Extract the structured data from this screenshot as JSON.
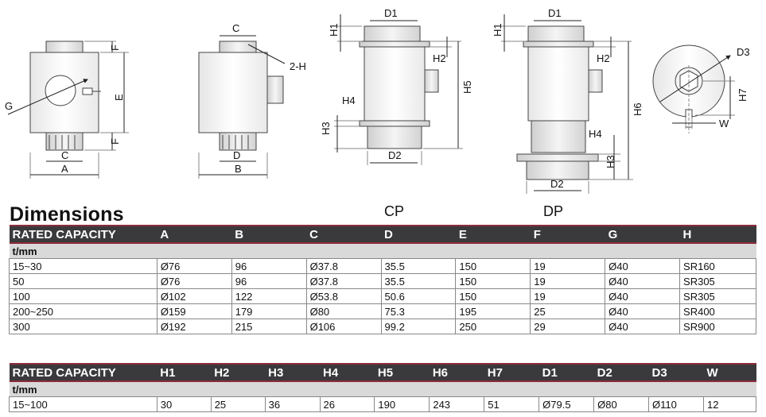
{
  "drawings": {
    "labels_view1": [
      "F",
      "E",
      "F",
      "G",
      "C",
      "A"
    ],
    "labels_view2": [
      "C",
      "2-H",
      "D",
      "B"
    ],
    "labels_cp": [
      "D1",
      "H1",
      "H2",
      "H5",
      "H4",
      "H3",
      "D2"
    ],
    "labels_dp": [
      "D1",
      "H1",
      "H2",
      "H6",
      "H4",
      "H3",
      "D2"
    ],
    "labels_top": [
      "D3",
      "H7",
      "W"
    ],
    "caption_cp": "CP",
    "caption_dp": "DP"
  },
  "title": "Dimensions",
  "table1": {
    "headers": [
      "RATED CAPACITY",
      "A",
      "B",
      "C",
      "D",
      "E",
      "F",
      "G",
      "H"
    ],
    "unit": "t/mm",
    "rows": [
      [
        "15~30",
        "Ø76",
        "96",
        "Ø37.8",
        "35.5",
        "150",
        "19",
        "Ø40",
        "SR160"
      ],
      [
        "50",
        "Ø76",
        "96",
        "Ø37.8",
        "35.5",
        "150",
        "19",
        "Ø40",
        "SR305"
      ],
      [
        "100",
        "Ø102",
        "122",
        "Ø53.8",
        "50.6",
        "150",
        "19",
        "Ø40",
        "SR305"
      ],
      [
        "200~250",
        "Ø159",
        "179",
        "Ø80",
        "75.3",
        "195",
        "25",
        "Ø40",
        "SR400"
      ],
      [
        "300",
        "Ø192",
        "215",
        "Ø106",
        "99.2",
        "250",
        "29",
        "Ø40",
        "SR900"
      ]
    ]
  },
  "table2": {
    "headers": [
      "RATED CAPACITY",
      "H1",
      "H2",
      "H3",
      "H4",
      "H5",
      "H6",
      "H7",
      "D1",
      "D2",
      "D3",
      "W"
    ],
    "unit": "t/mm",
    "rows": [
      [
        "15~100",
        "30",
        "25",
        "36",
        "26",
        "190",
        "243",
        "51",
        "Ø79.5",
        "Ø80",
        "Ø110",
        "12"
      ]
    ]
  }
}
